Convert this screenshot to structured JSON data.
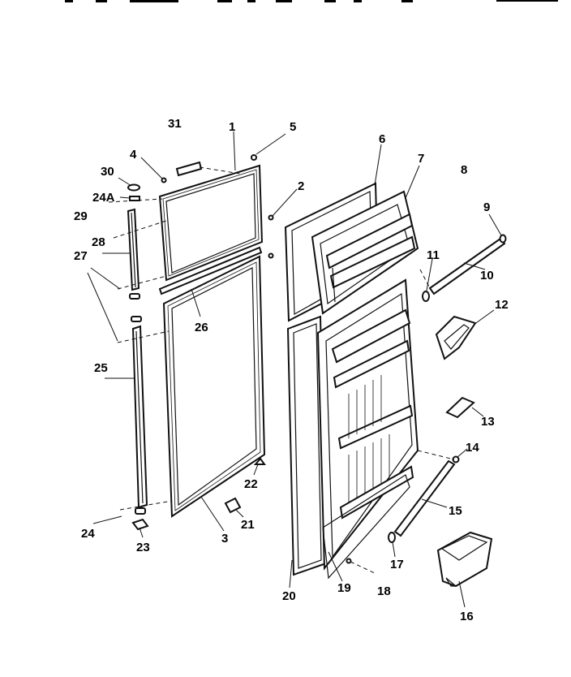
{
  "diagram": {
    "callouts": {
      "c1": "1",
      "c2": "2",
      "c3": "3",
      "c4": "4",
      "c5": "5",
      "c6": "6",
      "c7": "7",
      "c8": "8",
      "c9": "9",
      "c10": "10",
      "c11": "11",
      "c12": "12",
      "c13": "13",
      "c14": "14",
      "c15": "15",
      "c16": "16",
      "c17": "17",
      "c18": "18",
      "c19": "19",
      "c20": "20",
      "c21": "21",
      "c22": "22",
      "c23": "23",
      "c24": "24",
      "c24a": "24A",
      "c25": "25",
      "c26": "26",
      "c27": "27",
      "c28": "28",
      "c29": "29",
      "c30": "30",
      "c31": "31"
    }
  }
}
